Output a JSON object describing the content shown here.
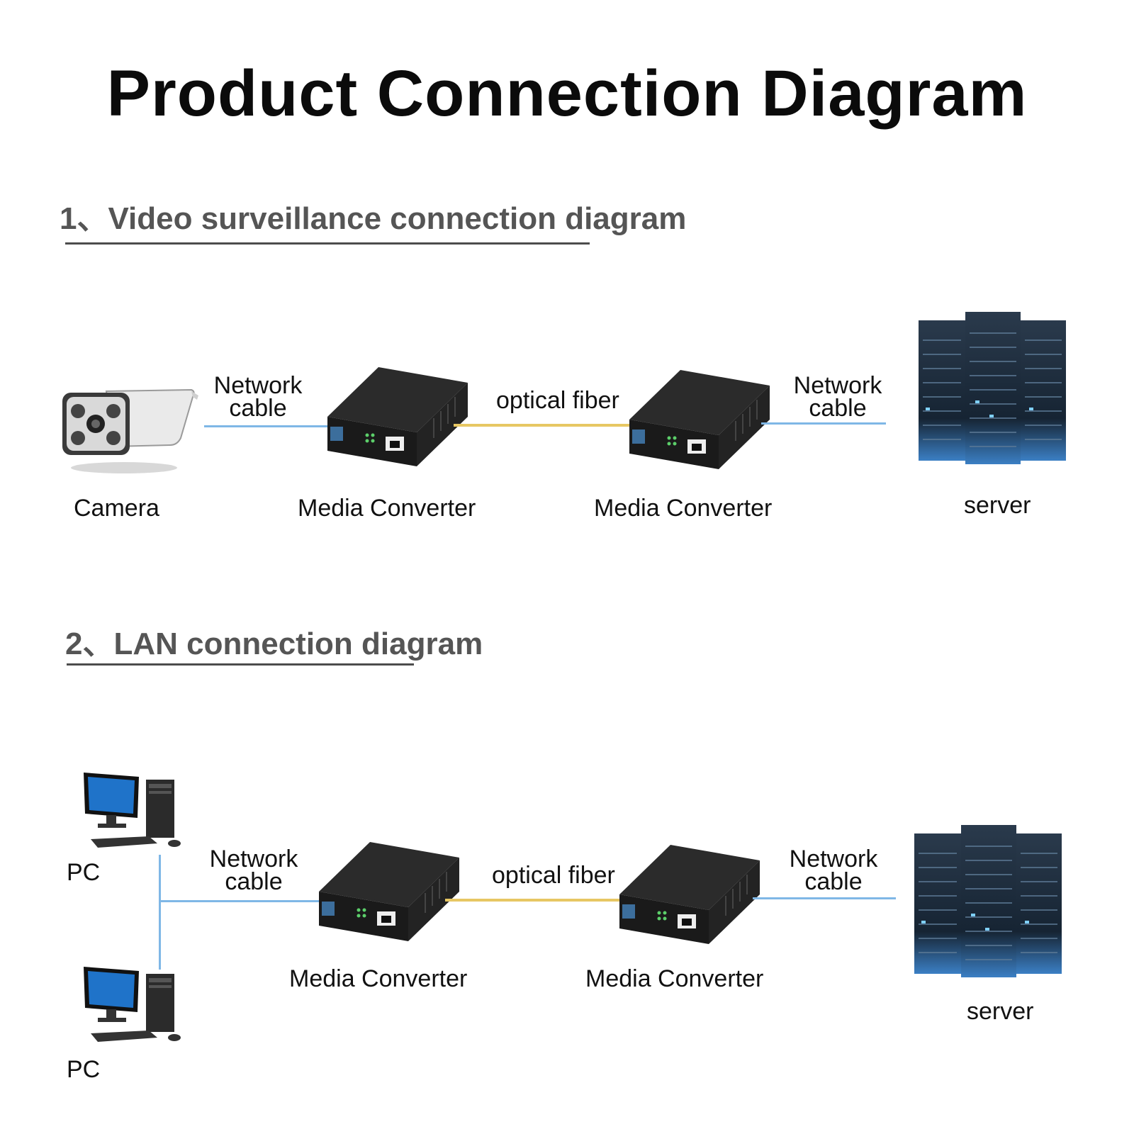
{
  "title": "Product Connection Diagram",
  "section1": {
    "heading": "1、Video surveillance connection diagram",
    "device_left": "Camera",
    "cable_left": "Network\ncable",
    "converter_a": "Media Converter",
    "fiber": "optical fiber",
    "converter_b": "Media Converter",
    "cable_right": "Network\ncable",
    "device_right": "server"
  },
  "section2": {
    "heading": "2、LAN connection diagram",
    "pc_top": "PC",
    "pc_bottom": "PC",
    "cable_left": "Network\ncable",
    "converter_a": "Media Converter",
    "fiber": "optical fiber",
    "converter_b": "Media Converter",
    "cable_right": "Network\ncable",
    "device_right": "server"
  },
  "colors": {
    "network_cable": "#7fb7e6",
    "optical_fiber": "#e7c763",
    "device_body": "#1f1f1f"
  },
  "icons": [
    "camera-icon",
    "media-converter-icon",
    "server-rack-icon",
    "pc-icon"
  ]
}
